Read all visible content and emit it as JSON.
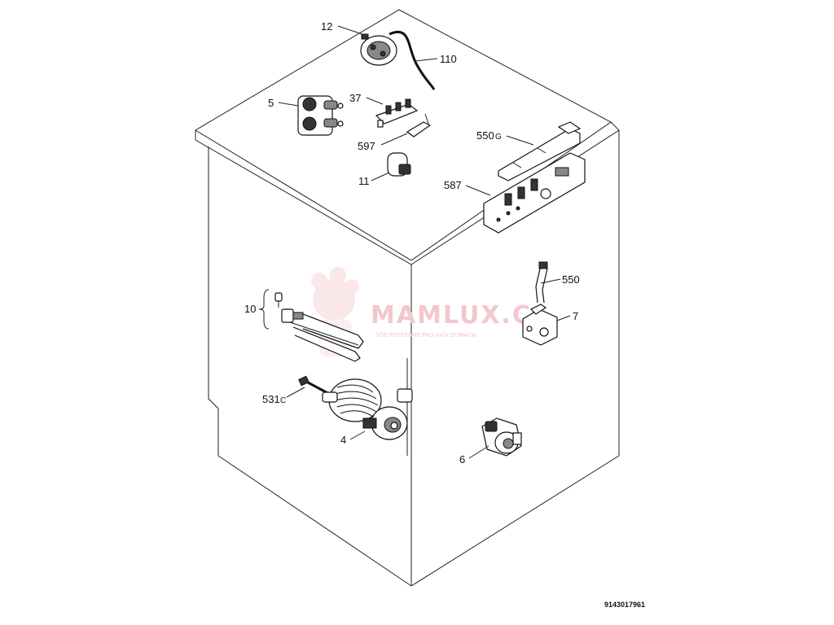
{
  "drawing": {
    "document_number": "9143017961"
  },
  "watermark": {
    "brand": "MAMLUX.C",
    "tagline": "VŠE POTŘEBNÉ PRO VAŠI DOMÁCN"
  },
  "labels": {
    "p12": "12",
    "p110": "110",
    "p5": "5",
    "p37": "37",
    "p597": "597",
    "p11": "11",
    "p550g_num": "550",
    "p550g_suffix": "G",
    "p587": "587",
    "p550": "550",
    "p7": "7",
    "p10": "10",
    "p531c_num": "531",
    "p531c_suffix": "C",
    "p4": "4",
    "p6": "6"
  },
  "icons": {
    "pressure_switch": "pressure-switch-icon",
    "inlet_valve": "solenoid-valve-icon",
    "terminal_block": "terminal-block-icon",
    "interference_filter": "capacitor-icon",
    "electronic_board": "circuit-board-icon",
    "door_lock": "door-lock-icon",
    "heating_element": "heating-element-icon",
    "drain_pump": "drain-pump-icon",
    "motor_connector": "connector-icon"
  }
}
